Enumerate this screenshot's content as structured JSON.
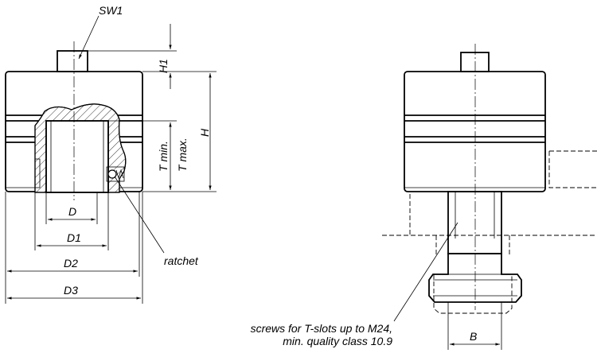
{
  "labels": {
    "sw1": "SW1",
    "h1": "H1",
    "h": "H",
    "t_min": "T min.",
    "t_max": "T max.",
    "d": "D",
    "d1": "D1",
    "d2": "D2",
    "d3": "D3",
    "ratchet": "ratchet",
    "b": "B"
  },
  "note": {
    "line1": "screws for T-slots up to M24,",
    "line2": "min. quality class 10.9"
  }
}
